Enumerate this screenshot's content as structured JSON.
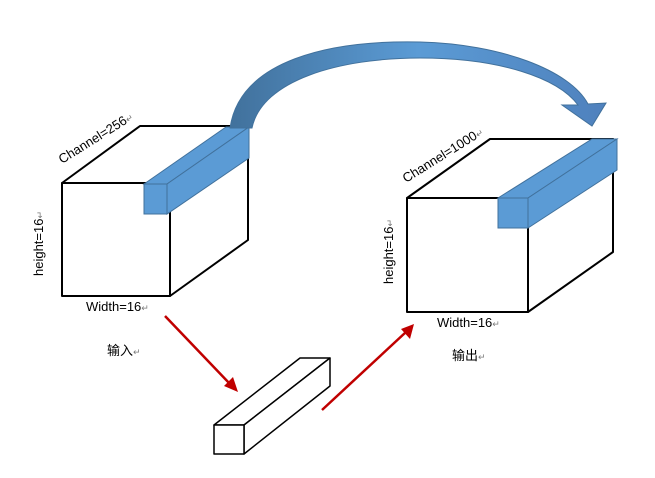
{
  "input_block": {
    "channel_label": "Channel=256",
    "height_label": "height=16",
    "width_label": "Width=16",
    "caption": "输入"
  },
  "output_block": {
    "channel_label": "Channel=1000",
    "height_label": "height=16",
    "width_label": "Width=16",
    "caption": "输出"
  },
  "return_mark": "↵",
  "colors": {
    "slice_blue": "#5b9bd5",
    "slice_blue_dark": "#41719c",
    "arrow_red": "#c00000",
    "curved_arrow_blue": "#4f81bd",
    "stroke": "#000000"
  }
}
